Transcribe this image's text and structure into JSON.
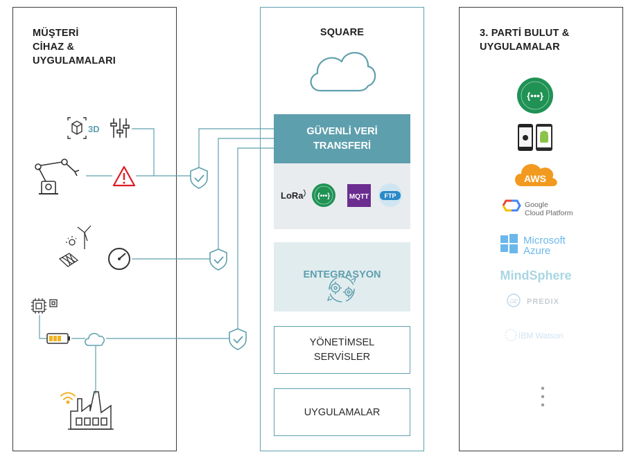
{
  "left_panel": {
    "title_lines": [
      "MÜŞTERİ",
      "CİHAZ &",
      "UYGULAMALARI"
    ],
    "label_3d": "3D"
  },
  "middle_panel": {
    "title": "SQUARE",
    "secure_transfer_lines": [
      "GÜVENLİ VERİ",
      "TRANSFERİ"
    ],
    "protocols": {
      "lora": "LoRa",
      "rest": "{•••}",
      "mqtt": "MQTT",
      "ftp": "FTP"
    },
    "integration": "ENTEGRASYON",
    "management_lines": [
      "YÖNETİMSEL",
      "SERVİSLER"
    ],
    "applications": "UYGULAMALAR"
  },
  "right_panel": {
    "title_lines": [
      "3. PARTİ BULUT &",
      "UYGULAMALAR"
    ],
    "logos": {
      "rest_api": "{•••}",
      "aws": "AWS",
      "google_line1": "Google",
      "google_line2": "Cloud Platform",
      "azure_line1": "Microsoft",
      "azure_line2": "Azure",
      "mindsphere": "MindSphere",
      "ge": "GE",
      "predix": "PREDIX",
      "watson": "IBM Watson"
    }
  },
  "colors": {
    "teal": "#5e9fad",
    "green": "#1f9254",
    "mqtt": "#6c2d91",
    "aws": "#f29a1f",
    "alert": "#e11b22"
  }
}
